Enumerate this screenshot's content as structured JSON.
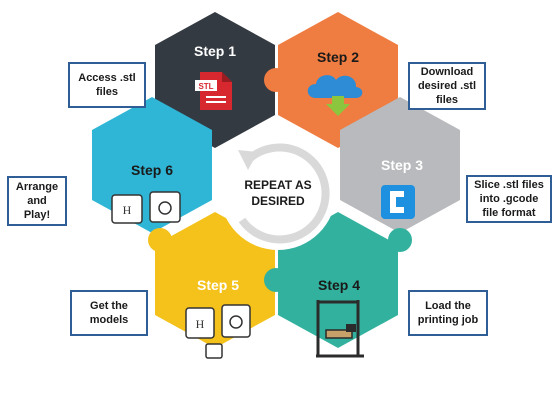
{
  "steps": [
    {
      "label": "Step 1",
      "color": "#343a42",
      "text_color": "#ffffff",
      "icon": "stl-file-icon"
    },
    {
      "label": "Step 2",
      "color": "#ef7c40",
      "text_color": "#1a1a1a",
      "icon": "cloud-download-icon"
    },
    {
      "label": "Step 3",
      "color": "#b9babd",
      "text_color": "#ffffff",
      "icon": "cura-slicer-icon"
    },
    {
      "label": "Step 4",
      "color": "#32b29e",
      "text_color": "#1a1a1a",
      "icon": "3d-printer-icon"
    },
    {
      "label": "Step 5",
      "color": "#f4c21b",
      "text_color": "#ffffff",
      "icon": "puzzle-pieces-icon"
    },
    {
      "label": "Step 6",
      "color": "#2fb6d6",
      "text_color": "#1a1a1a",
      "icon": "puzzle-pieces-icon"
    }
  ],
  "center": {
    "line1": "REPEAT AS",
    "line2": "DESIRED"
  },
  "callouts": {
    "access": "Access .stl\nfiles",
    "download": "Download\ndesired .stl\nfiles",
    "slice": "Slice .stl files\ninto .gcode\nfile format",
    "load": "Load the\nprinting job",
    "get": "Get the\nmodels",
    "arrange": "Arrange\nand\nPlay!"
  },
  "icon_text": {
    "stl": "STL"
  },
  "colors": {
    "callout_border": "#2f5d95",
    "file_red": "#d7282f",
    "cloud_blue": "#2e8bd6",
    "arrow_green": "#8cc63f",
    "cura_blue": "#1e90e0"
  }
}
